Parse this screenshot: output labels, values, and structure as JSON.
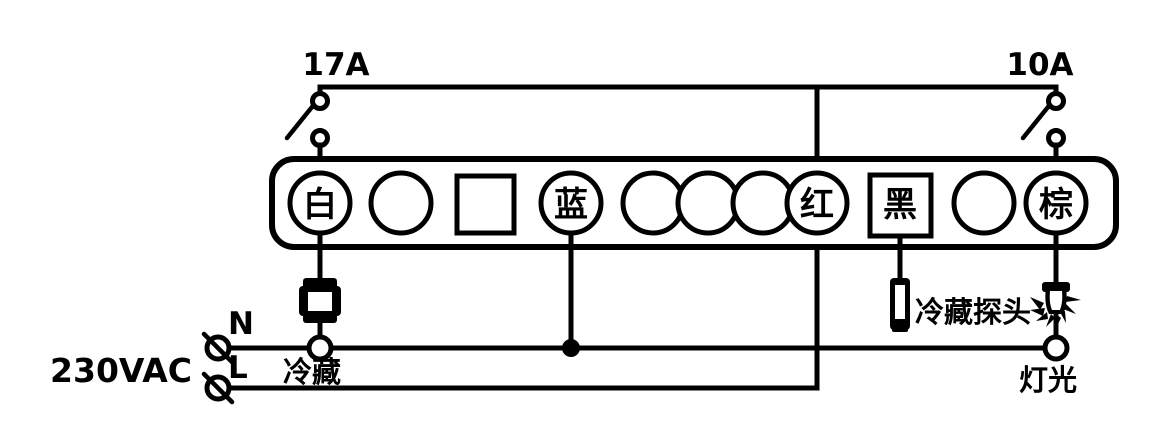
{
  "diagram": {
    "title": "",
    "supply": {
      "voltage_label": "230VAC",
      "neutral_label": "N",
      "live_label": "L"
    },
    "breakers": [
      {
        "id": "breaker-left",
        "rating": "17A"
      },
      {
        "id": "breaker-right",
        "rating": "10A"
      }
    ],
    "terminal_block": {
      "terminals": [
        {
          "index": 1,
          "shape": "circle",
          "label": "白"
        },
        {
          "index": 2,
          "shape": "circle",
          "label": ""
        },
        {
          "index": 3,
          "shape": "square",
          "label": ""
        },
        {
          "index": 4,
          "shape": "circle",
          "label": "蓝"
        },
        {
          "index": 5,
          "shape": "circle",
          "label": ""
        },
        {
          "index": 6,
          "shape": "circle",
          "label": ""
        },
        {
          "index": 7,
          "shape": "circle",
          "label": ""
        },
        {
          "index": 8,
          "shape": "circle",
          "label": "红"
        },
        {
          "index": 9,
          "shape": "square",
          "label": "黑"
        },
        {
          "index": 10,
          "shape": "circle",
          "label": ""
        },
        {
          "index": 11,
          "shape": "circle",
          "label": "棕"
        }
      ]
    },
    "devices": [
      {
        "id": "compressor",
        "label": "冷藏",
        "icon": "compressor-icon"
      },
      {
        "id": "probe",
        "label": "冷藏探头",
        "icon": "temperature-probe-icon"
      },
      {
        "id": "lamp",
        "label": "灯光",
        "icon": "light-bulb-icon"
      }
    ],
    "colors": {
      "line": "#000000",
      "background": "#ffffff"
    }
  }
}
